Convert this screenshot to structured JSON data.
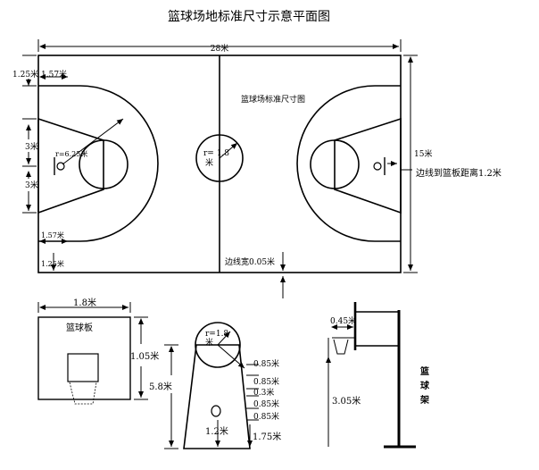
{
  "title": "篮球场地标准尺寸示意平面图",
  "court": {
    "inner_title": "篮球场标准尺寸图",
    "length": "28米",
    "width": "15米",
    "dim_125_top": "1.25米",
    "dim_157_top": "1.57米",
    "dim_3_upper": "3米",
    "dim_3_lower": "3米",
    "three_pt_radius": "r=6.25米",
    "dim_157_bottom": "1.57米",
    "dim_125_bottom": "1.25米",
    "center_radius_a": "r= 1.8",
    "center_radius_b": "米",
    "line_width": "边线宽0.05米",
    "baseline_to_board": "边线到篮板距离1.2米"
  },
  "backboard": {
    "label": "篮球板",
    "width": "1.8米",
    "height": "1.05米"
  },
  "key": {
    "radius_a": "r=1.8",
    "radius_b": "米",
    "depth": "5.8米",
    "width_top": "1.2米",
    "bottom_gap": "1.75米",
    "marks": [
      "0.85米",
      "0.85米",
      "0.3米",
      "0.85米",
      "0.85米"
    ]
  },
  "stand": {
    "label": "篮球架",
    "reach": "0.45米",
    "height": "3.05米"
  }
}
